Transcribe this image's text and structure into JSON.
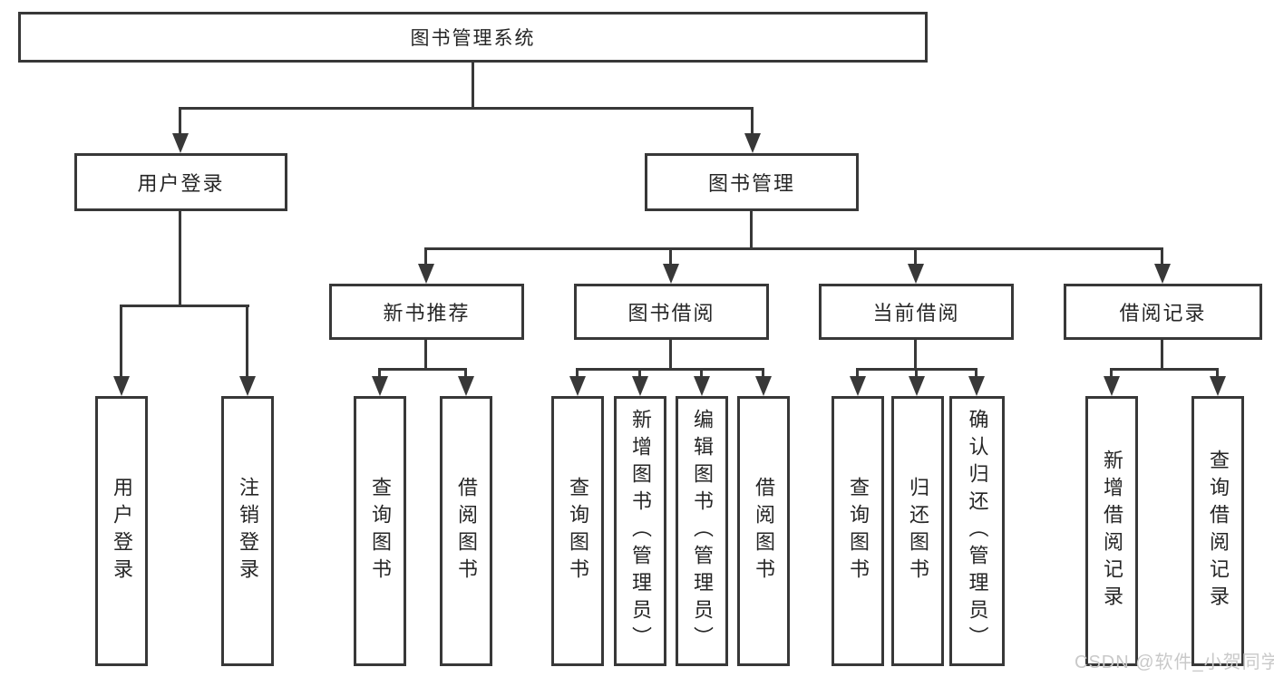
{
  "colors": {
    "line": "#383838",
    "text": "#262626",
    "watermark": "#c9c9c9",
    "background": "#ffffff"
  },
  "watermark": "CSDN @软件_小贺同学",
  "tree": {
    "label": "图书管理系统",
    "children": [
      {
        "label": "用户登录",
        "children": [
          {
            "label": "用户登录"
          },
          {
            "label": "注销登录"
          }
        ]
      },
      {
        "label": "图书管理",
        "children": [
          {
            "label": "新书推荐",
            "children": [
              {
                "label": "查询图书"
              },
              {
                "label": "借阅图书"
              }
            ]
          },
          {
            "label": "图书借阅",
            "children": [
              {
                "label": "查询图书"
              },
              {
                "label": "新增图书（管理员）"
              },
              {
                "label": "编辑图书（管理员）"
              },
              {
                "label": "借阅图书"
              }
            ]
          },
          {
            "label": "当前借阅",
            "children": [
              {
                "label": "查询图书"
              },
              {
                "label": "归还图书"
              },
              {
                "label": "确认归还（管理员）"
              }
            ]
          },
          {
            "label": "借阅记录",
            "children": [
              {
                "label": "新增借阅记录"
              },
              {
                "label": "查询借阅记录"
              }
            ]
          }
        ]
      }
    ]
  }
}
